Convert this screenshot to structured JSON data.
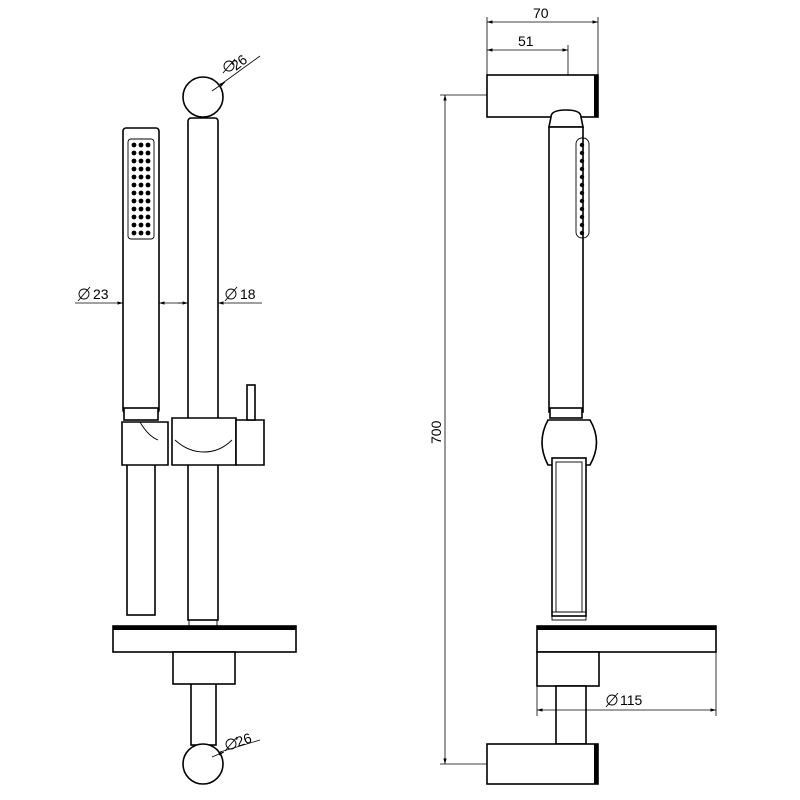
{
  "dimensions": {
    "slider_rail_top_diameter": "26",
    "hand_shower_diameter": "23",
    "rail_diameter": "18",
    "rail_bottom_diameter": "26",
    "top_bracket_depth": "70",
    "top_bracket_offset": "51",
    "overall_height": "700",
    "soap_dish_width": "115"
  }
}
